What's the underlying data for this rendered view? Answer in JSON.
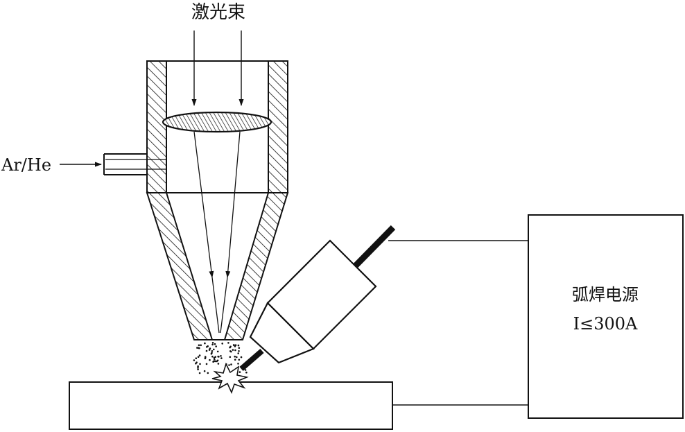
{
  "labels": {
    "laser_beam": "激光束",
    "shielding_gas": "Ar/He",
    "power_supply_name": "弧焊电源",
    "power_supply_rating": "I≤300A"
  },
  "colors": {
    "stroke": "#111111",
    "background": "#ffffff"
  }
}
